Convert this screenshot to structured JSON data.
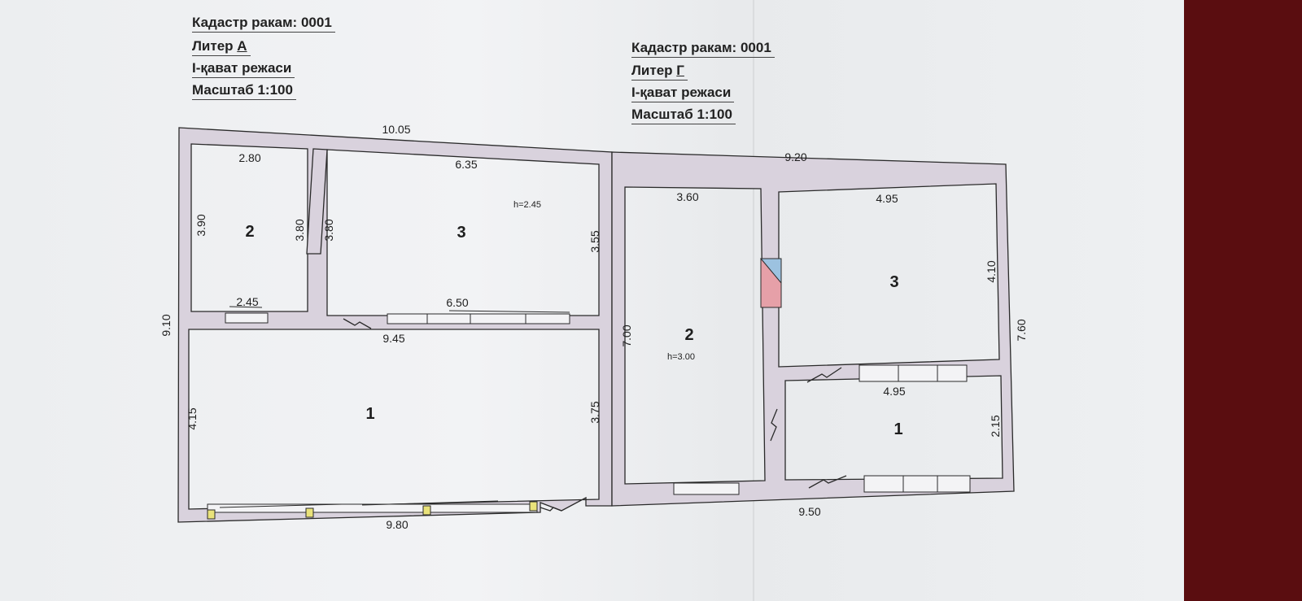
{
  "blocks": [
    {
      "cadastre_label": "Кадастр ракам:",
      "cadastre_number": "0001",
      "liter_label": "Литер",
      "liter_value": "А",
      "floor_plan": "I-қават режаси",
      "scale_label": "Масштаб",
      "scale_value": "1:100"
    },
    {
      "cadastre_label": "Кадастр ракам:",
      "cadastre_number": "0001",
      "liter_label": "Литер",
      "liter_value": "Г",
      "floor_plan": "I-қават режаси",
      "scale_label": "Масштаб",
      "scale_value": "1:100"
    }
  ],
  "building_a": {
    "rooms": {
      "r1": "1",
      "r2": "2",
      "r3": "3"
    },
    "ceiling_height": "h=2.45",
    "dimensions": {
      "top_total": "10.05",
      "top_room2": "2.80",
      "top_room3": "6.35",
      "left_total": "9.10",
      "left_room2": "3.90",
      "partition_left": "3.80",
      "partition_right": "3.80",
      "right_room3": "3.55",
      "mid_room2": "2.45",
      "mid_room3": "6.50",
      "mid_wall": "9.45",
      "left_room1": "4.15",
      "right_room1": "3.75",
      "bottom_total": "9.80"
    }
  },
  "building_g": {
    "rooms": {
      "r1": "1",
      "r2": "2",
      "r3": "3"
    },
    "ceiling_height": "h=3.00",
    "dimensions": {
      "top_total": "9.20",
      "top_room2": "3.60",
      "top_room3": "4.95",
      "left_room2": "7.00",
      "right_room3": "4.10",
      "right_total": "7.60",
      "mid_room1": "4.95",
      "right_room1": "2.15",
      "bottom_total": "9.50"
    }
  },
  "colors": {
    "wall_fill": "#d9d2dd",
    "wall_stroke": "#2a2a2a",
    "stove_red": "#e6a0a8",
    "stove_blue": "#9cc2e0",
    "window_post": "#e9e27a"
  }
}
